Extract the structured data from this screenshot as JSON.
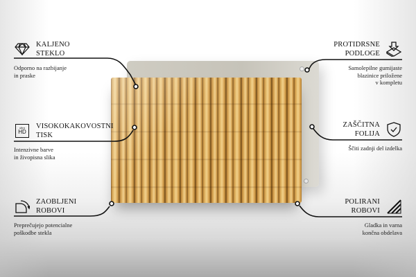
{
  "product": {
    "front_panel": "bamboo-pattern-glass-panel",
    "back_panel_color": "#c9c6bc",
    "front_panel_colors": [
      "#e6bd6d",
      "#c28a3a",
      "#6b4a1c"
    ]
  },
  "features": {
    "left": [
      {
        "icon": "diamond-icon",
        "title_line1": "KALJENO",
        "title_line2": "STEKLO",
        "desc_line1": "Odporno na razbijanje",
        "desc_line2": "in praske"
      },
      {
        "icon": "ultra-hd-icon",
        "icon_small": "ultra",
        "icon_big": "HD",
        "title_line1": "VISOKOKAKOVOSTNI",
        "title_line2": "TISK",
        "desc_line1": "Intenzivne barve",
        "desc_line2": "in živopisna slika"
      },
      {
        "icon": "rounded-corner-icon",
        "title_line1": "ZAOBLJENI",
        "title_line2": "ROBOVI",
        "desc_line1": "Preprečujejo potencialne",
        "desc_line2": "poškodbe stekla"
      }
    ],
    "right": [
      {
        "icon": "pad-press-icon",
        "title_line1": "PROTIDRSNE",
        "title_line2": "PODLOGE",
        "desc_line1": "Samolepilne gumijaste",
        "desc_line2": "blazinice priložene",
        "desc_line3": "v kompletu"
      },
      {
        "icon": "shield-check-icon",
        "title_line1": "ZAŠČITNA",
        "title_line2": "FOLIJA",
        "desc_line1": "Ščiti zadnji del izdelka"
      },
      {
        "icon": "polished-edge-icon",
        "title_line1": "POLIRANI",
        "title_line2": "ROBOVI",
        "desc_line1": "Gladka in varna",
        "desc_line2": "končna obdelava"
      }
    ]
  },
  "colors": {
    "line": "#111111",
    "text": "#111111"
  }
}
